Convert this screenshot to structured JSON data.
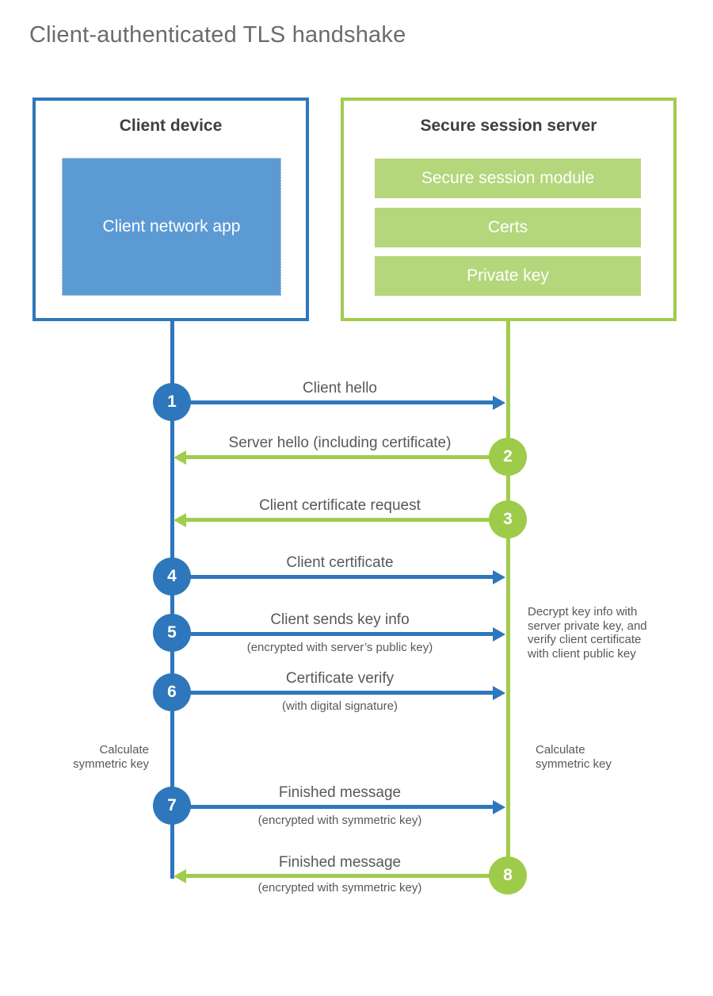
{
  "title": "Client-authenticated TLS handshake",
  "colors": {
    "blue_stroke": "#2e77bc",
    "blue_fill": "#5c9ad4",
    "green_stroke": "#a1cc4e",
    "green_circle": "#9ecb49",
    "green_fill": "#b4d77c",
    "label_text": "#57585b",
    "heading_text": "#3e3f41",
    "title_text": "#6a6b6e"
  },
  "client": {
    "title": "Client device",
    "app_label": "Client network app"
  },
  "server": {
    "title": "Secure session server",
    "modules": [
      "Secure session module",
      "Certs",
      "Private key"
    ]
  },
  "messages": [
    {
      "num": "1",
      "label": "Client hello",
      "from": "client",
      "to": "server"
    },
    {
      "num": "2",
      "label": "Server hello (including certificate)",
      "from": "server",
      "to": "client"
    },
    {
      "num": "3",
      "label": "Client certificate request",
      "from": "server",
      "to": "client"
    },
    {
      "num": "4",
      "label": "Client certificate",
      "from": "client",
      "to": "server"
    },
    {
      "num": "5",
      "label": "Client sends key info",
      "sublabel": "(encrypted with server’s public key)",
      "from": "client",
      "to": "server"
    },
    {
      "num": "6",
      "label": "Certificate verify",
      "sublabel": "(with digital signature)",
      "from": "client",
      "to": "server"
    },
    {
      "num": "7",
      "label": "Finished message",
      "sublabel": "(encrypted with symmetric key)",
      "from": "client",
      "to": "server"
    },
    {
      "num": "8",
      "label": "Finished message",
      "sublabel": "(encrypted with symmetric key)",
      "from": "server",
      "to": "client"
    }
  ],
  "notes": {
    "decrypt": "Decrypt key info with\nserver private key, and\nverify client certificate\nwith client public key",
    "calc_left": "Calculate\nsymmetric key",
    "calc_right": "Calculate\nsymmetric key"
  }
}
